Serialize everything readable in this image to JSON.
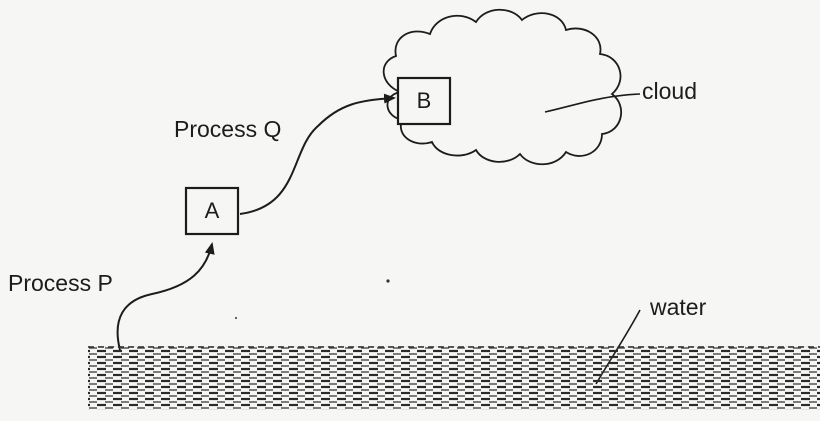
{
  "diagram": {
    "labels": {
      "process_q": "Process Q",
      "process_p": "Process P",
      "cloud": "cloud",
      "water": "water"
    },
    "boxes": {
      "a": "A",
      "b": "B"
    },
    "colors": {
      "ink": "#1c1c1c",
      "paper": "#f6f6f4"
    }
  }
}
